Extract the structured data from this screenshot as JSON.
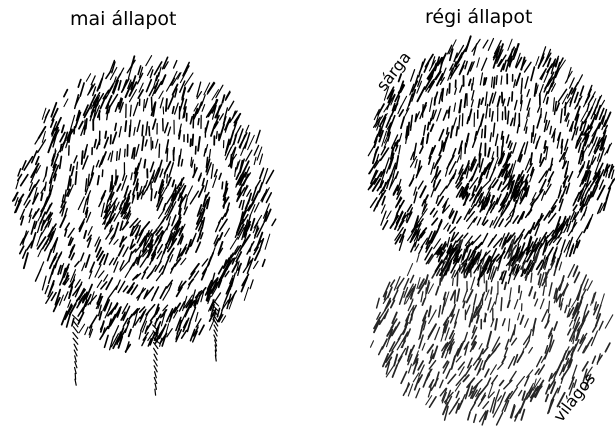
{
  "titles": {
    "current": "mai állapot",
    "old": "régi állapot"
  },
  "labels": {
    "yellow": "sárga",
    "light": "világos"
  },
  "colors": {
    "ink": "#000000",
    "paper": "#ffffff"
  }
}
